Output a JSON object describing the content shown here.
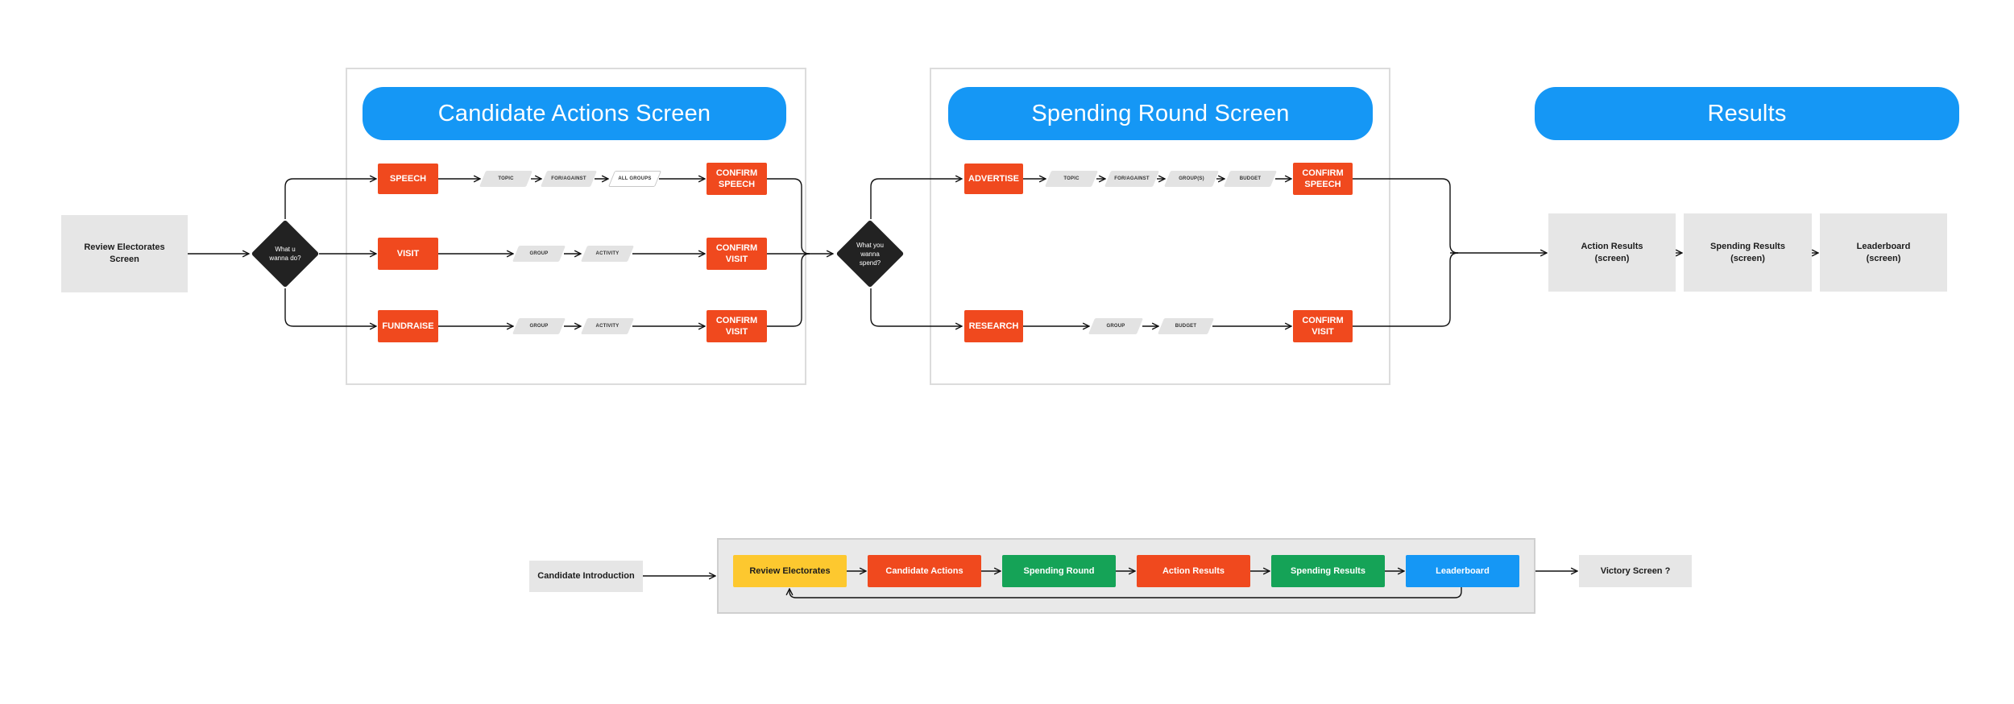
{
  "sections": {
    "candidate_actions": {
      "title": "Candidate Actions Screen"
    },
    "spending_round": {
      "title": "Spending Round Screen"
    },
    "results": {
      "title": "Results"
    }
  },
  "start": {
    "label": "Review Electorates\nScreen"
  },
  "decisions": {
    "actions": "What u\nwanna do?",
    "spending": "What you\nwanna\nspend?"
  },
  "candidate_actions": {
    "speech": {
      "label": "SPEECH",
      "steps": [
        "TOPIC",
        "FOR/AGAINST",
        "ALL GROUPS"
      ],
      "confirm": "CONFIRM\nSPEECH"
    },
    "visit": {
      "label": "VISIT",
      "steps": [
        "GROUP",
        "ACTIVITY"
      ],
      "confirm": "CONFIRM\nVISIT"
    },
    "fundraise": {
      "label": "FUNDRAISE",
      "steps": [
        "GROUP",
        "ACTIVITY"
      ],
      "confirm": "CONFIRM\nVISIT"
    }
  },
  "spending_round": {
    "advertise": {
      "label": "ADVERTISE",
      "steps": [
        "TOPIC",
        "FOR/AGAINST",
        "GROUP(S)",
        "BUDGET"
      ],
      "confirm": "CONFIRM\nSPEECH"
    },
    "research": {
      "label": "RESEARCH",
      "steps": [
        "GROUP",
        "BUDGET"
      ],
      "confirm": "CONFIRM\nVISIT"
    }
  },
  "results": {
    "action_results": "Action Results\n(screen)",
    "spending_results": "Spending Results\n(screen)",
    "leaderboard": "Leaderboard\n(screen)"
  },
  "game_loop": {
    "intro": "Candidate Introduction",
    "steps": [
      {
        "label": "Review Electorates",
        "color": "#fdc82f",
        "text_color": "#1c1c1c"
      },
      {
        "label": "Candidate Actions",
        "color": "#f0491e",
        "text_color": "#ffffff"
      },
      {
        "label": "Spending Round",
        "color": "#15a357",
        "text_color": "#ffffff"
      },
      {
        "label": "Action Results",
        "color": "#f0491e",
        "text_color": "#ffffff"
      },
      {
        "label": "Spending Results",
        "color": "#15a357",
        "text_color": "#ffffff"
      },
      {
        "label": "Leaderboard",
        "color": "#1597f5",
        "text_color": "#ffffff"
      }
    ],
    "end": "Victory Screen ?"
  },
  "colors": {
    "accent_blue": "#1597f5",
    "action_red": "#f0491e",
    "decision_dark": "#222222",
    "screen_gray": "#e6e6e6"
  }
}
